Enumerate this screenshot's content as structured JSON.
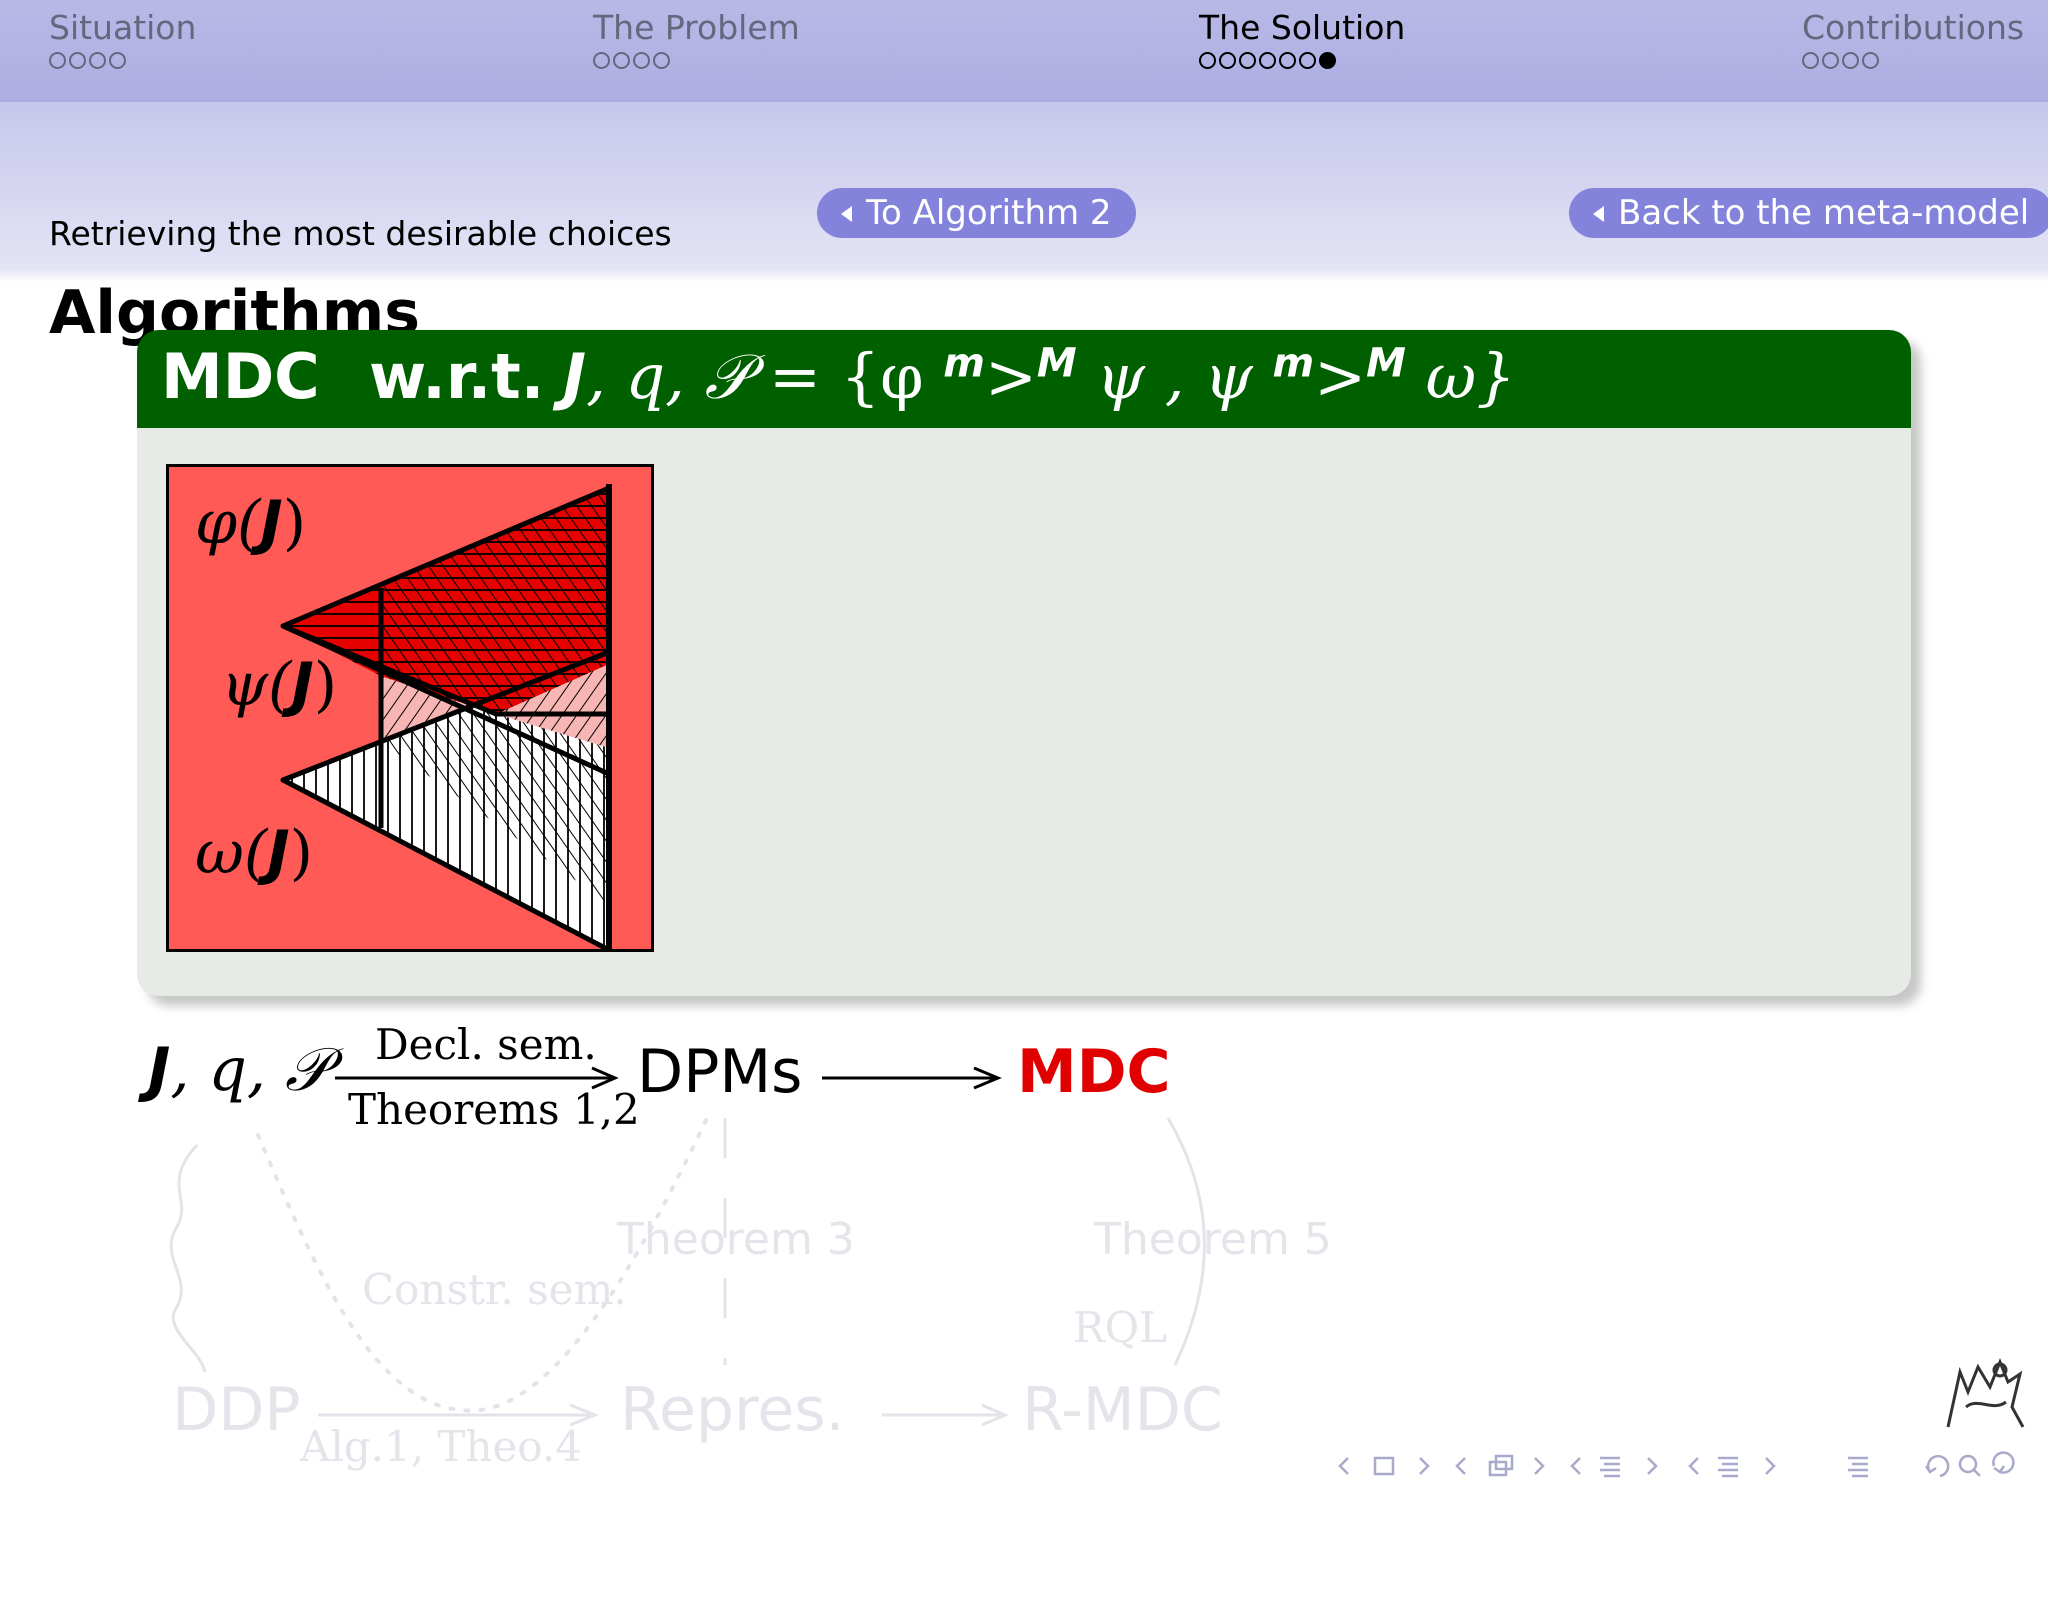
{
  "nav": {
    "sections": [
      {
        "name": "Situation",
        "dots": 4,
        "filled": -1,
        "active": false
      },
      {
        "name": "The Problem",
        "dots": 4,
        "filled": -1,
        "active": false
      },
      {
        "name": "The Solution",
        "dots": 7,
        "filled": 6,
        "active": true
      },
      {
        "name": "Contributions",
        "dots": 4,
        "filled": -1,
        "active": false
      }
    ]
  },
  "header": {
    "subsection": "Retrieving the most desirable choices",
    "title": "Algorithms",
    "btn_algorithm2": "To Algorithm 2",
    "btn_metamodel": "Back to the meta-model"
  },
  "block": {
    "title_mdc": "MDC",
    "title_wrt": "w.r.t.",
    "title_J": "J",
    "title_rest1": ", q, ",
    "title_P": "𝒫",
    "title_eq": " = {φ ",
    "sup_m": "m",
    "gt": ">",
    "sup_M": "M",
    "psi": " ψ , ψ ",
    "omega": " ω}",
    "labels": {
      "phi": "φ(",
      "psi": "ψ(",
      "omega": "ω(",
      "J": "J",
      "close": ")"
    }
  },
  "diagram": {
    "input_J": "J",
    "input_rest": ", q, 𝒫",
    "arrow1_top": "Decl. sem.",
    "arrow1_bottom": "Theorems 1,2",
    "dpms": "DPMs",
    "mdc": "MDC",
    "ddp": "DDP",
    "repres": "Repres.",
    "rmdc": "R-MDC",
    "theorem3": "Theorem 3",
    "theorem5": "Theorem 5",
    "constr_sem": "Constr. sem.",
    "rql": "RQL",
    "alg": "Alg.1, Theo.4"
  },
  "colors": {
    "block_header": "#006000",
    "block_body": "#e7ebe5",
    "figure_bg": "#ff5a56",
    "accent_red": "#e00000",
    "button": "#8383db"
  }
}
